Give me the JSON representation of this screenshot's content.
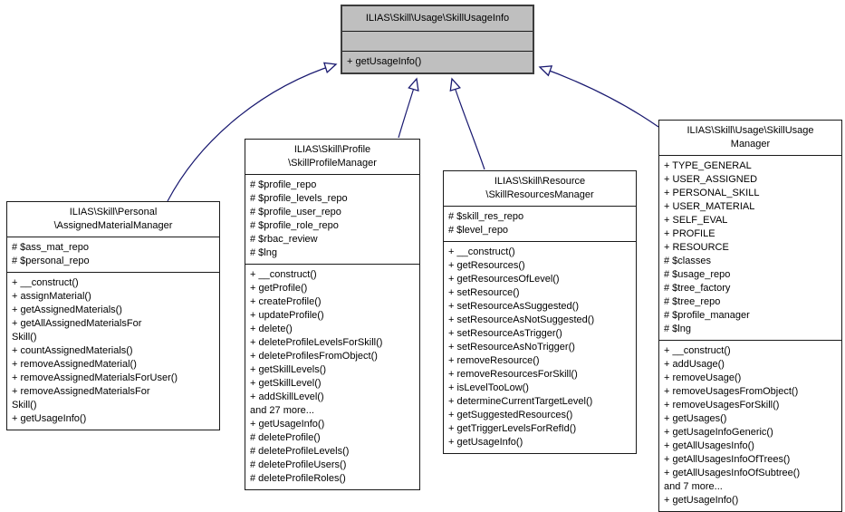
{
  "diagram": {
    "arrow_color": "#191970",
    "parent_fill": "#bfbfbf",
    "child_fill": "#ffffff",
    "parent": {
      "title_lines": [
        "ILIAS\\Skill\\Usage\\SkillUsageInfo"
      ],
      "attributes": [],
      "methods": [
        "+ getUsageInfo()"
      ]
    },
    "classes": [
      {
        "title_lines": [
          "ILIAS\\Skill\\Personal",
          "\\AssignedMaterialManager"
        ],
        "attributes": [
          "# $ass_mat_repo",
          "# $personal_repo"
        ],
        "methods": [
          "+ __construct()",
          "+ assignMaterial()",
          "+ getAssignedMaterials()",
          "+ getAllAssignedMaterialsFor",
          "Skill()",
          "+ countAssignedMaterials()",
          "+ removeAssignedMaterial()",
          "+ removeAssignedMaterialsForUser()",
          "+ removeAssignedMaterialsFor",
          "Skill()",
          "+ getUsageInfo()"
        ]
      },
      {
        "title_lines": [
          "ILIAS\\Skill\\Profile",
          "\\SkillProfileManager"
        ],
        "attributes": [
          "# $profile_repo",
          "# $profile_levels_repo",
          "# $profile_user_repo",
          "# $profile_role_repo",
          "# $rbac_review",
          "# $lng"
        ],
        "methods": [
          "+ __construct()",
          "+ getProfile()",
          "+ createProfile()",
          "+ updateProfile()",
          "+ delete()",
          "+ deleteProfileLevelsForSkill()",
          "+ deleteProfilesFromObject()",
          "+ getSkillLevels()",
          "+ getSkillLevel()",
          "+ addSkillLevel()",
          "and 27 more...",
          "+ getUsageInfo()",
          "# deleteProfile()",
          "# deleteProfileLevels()",
          "# deleteProfileUsers()",
          "# deleteProfileRoles()"
        ]
      },
      {
        "title_lines": [
          "ILIAS\\Skill\\Resource",
          "\\SkillResourcesManager"
        ],
        "attributes": [
          "# $skill_res_repo",
          "# $level_repo"
        ],
        "methods": [
          "+ __construct()",
          "+ getResources()",
          "+ getResourcesOfLevel()",
          "+ setResource()",
          "+ setResourceAsSuggested()",
          "+ setResourceAsNotSuggested()",
          "+ setResourceAsTrigger()",
          "+ setResourceAsNoTrigger()",
          "+ removeResource()",
          "+ removeResourcesForSkill()",
          "+ isLevelTooLow()",
          "+ determineCurrentTargetLevel()",
          "+ getSuggestedResources()",
          "+ getTriggerLevelsForRefId()",
          "+ getUsageInfo()"
        ]
      },
      {
        "title_lines": [
          "ILIAS\\Skill\\Usage\\SkillUsage",
          "Manager"
        ],
        "attributes": [
          "+ TYPE_GENERAL",
          "+ USER_ASSIGNED",
          "+ PERSONAL_SKILL",
          "+ USER_MATERIAL",
          "+ SELF_EVAL",
          "+ PROFILE",
          "+ RESOURCE",
          "# $classes",
          "# $usage_repo",
          "# $tree_factory",
          "# $tree_repo",
          "# $profile_manager",
          "# $lng"
        ],
        "methods": [
          "+ __construct()",
          "+ addUsage()",
          "+ removeUsage()",
          "+ removeUsagesFromObject()",
          "+ removeUsagesForSkill()",
          "+ getUsages()",
          "+ getUsageInfoGeneric()",
          "+ getAllUsagesInfo()",
          "+ getAllUsagesInfoOfTrees()",
          "+ getAllUsagesInfoOfSubtree()",
          "and 7 more...",
          "+ getUsageInfo()"
        ]
      }
    ]
  }
}
